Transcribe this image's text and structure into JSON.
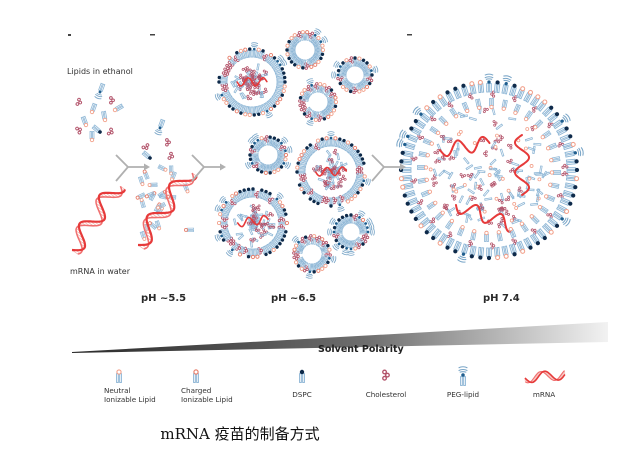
{
  "figure": {
    "inputs": {
      "lipids_label": "Lipids in ethanol",
      "mrna_label": "mRNA in water"
    },
    "stages": [
      {
        "id": "stage-1",
        "ph_label": "pH ~5.5"
      },
      {
        "id": "stage-2",
        "ph_label": "pH ~6.5"
      },
      {
        "id": "stage-3",
        "ph_label": "pH 7.4"
      }
    ],
    "gradient": {
      "label": "Solvent Polarity"
    },
    "legend": [
      {
        "name": "neutral-ionizable-lipid",
        "line1": "Neutral",
        "line2": "Ionizable Lipid",
        "icon": "lipid-open-head-icon"
      },
      {
        "name": "charged-ionizable-lipid",
        "line1": "Charged",
        "line2": "Ionizable Lipid",
        "icon": "lipid-charged-head-icon"
      },
      {
        "name": "dspc",
        "line1": "DSPC",
        "line2": "",
        "icon": "lipid-dark-head-icon"
      },
      {
        "name": "cholesterol",
        "line1": "Cholesterol",
        "line2": "",
        "icon": "cholesterol-icon"
      },
      {
        "name": "peg-lipid",
        "line1": "PEG-lipid",
        "line2": "",
        "icon": "peg-lipid-icon"
      },
      {
        "name": "mrna",
        "line1": "mRNA",
        "line2": "",
        "icon": "mrna-icon"
      }
    ],
    "colors": {
      "neutral_head": "#f2a08a",
      "charged_head": "#e8826f",
      "dspc_head": "#0e2a4a",
      "tail": "#8fb7d6",
      "cholesterol": "#b3546b",
      "peg": "#7aa6c8",
      "mrna": "#e63a3a",
      "arrow": "#b0b0b0"
    }
  },
  "caption": "mRNA 疫苗的制备方式"
}
